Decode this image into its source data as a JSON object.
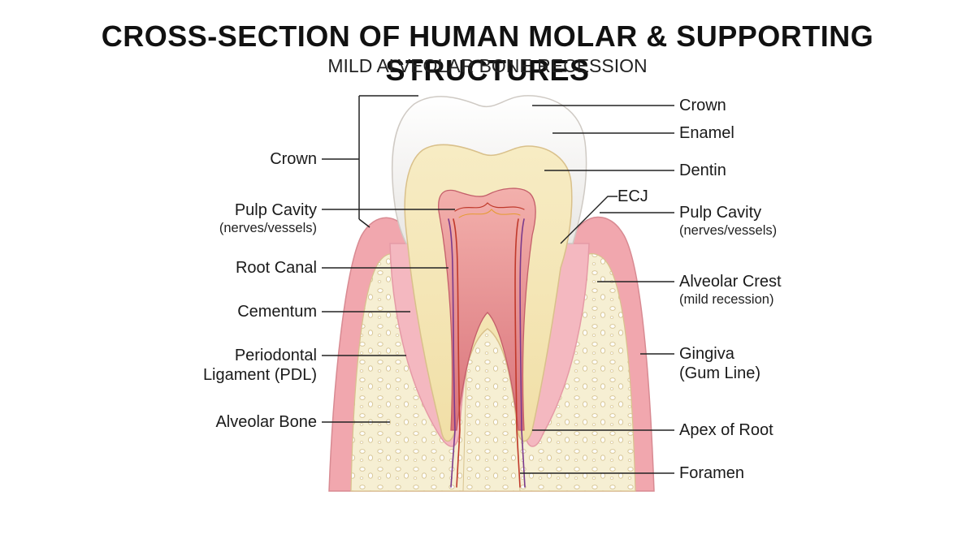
{
  "title": "CROSS-SECTION OF HUMAN MOLAR & SUPPORTING STRUCTURES",
  "subtitle": "MILD ALVEOLAR BONE RECESSION",
  "labels_left": {
    "crown": "Crown",
    "pulp_cavity": "Pulp Cavity",
    "pulp_cavity_sub": "(nerves/vessels)",
    "root_canal": "Root Canal",
    "cementum": "Cementum",
    "pdl_line1": "Periodontal",
    "pdl_line2": "Ligament (PDL)",
    "alveolar_bone": "Alveolar Bone"
  },
  "labels_right": {
    "crown": "Crown",
    "enamel": "Enamel",
    "dentin": "Dentin",
    "ecj": "ECJ",
    "pulp_cavity": "Pulp Cavity",
    "pulp_cavity_sub": "(nerves/vessels)",
    "alveolar_crest": "Alveolar Crest",
    "alveolar_crest_sub": "(mild recession)",
    "gingiva_line1": "Gingiva",
    "gingiva_line2": "(Gum Line)",
    "apex": "Apex of Root",
    "foramen": "Foramen"
  },
  "colors": {
    "enamel": "#f4f3f1",
    "dentin": "#f5e6b4",
    "pulp": "#ec9e9e",
    "gingiva": "#f1a7ae",
    "bone": "#f6efd3",
    "pdl": "#f4b8c0",
    "leader": "#222222"
  }
}
